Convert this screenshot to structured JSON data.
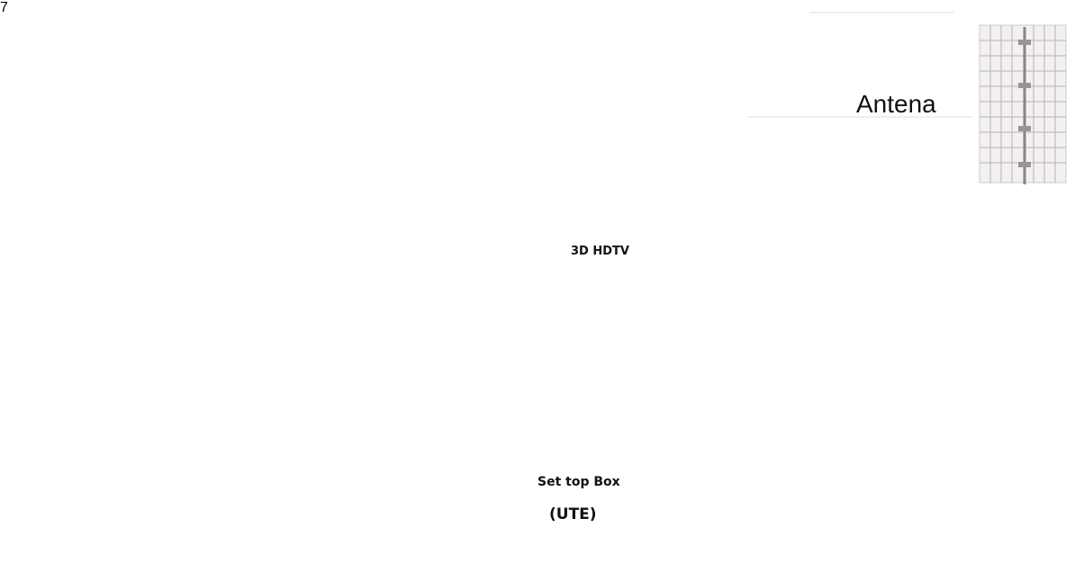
{
  "labels": {
    "antenna": "Antena",
    "tv": "3D HDTV",
    "set_top_box": "Set top Box",
    "ute": "(UTE)"
  },
  "player": {
    "number": "7"
  },
  "colors": {
    "signal_line": "#c0272d",
    "jersey": "#d42a25",
    "sofa": "#5f6152",
    "tower": "#111111"
  }
}
